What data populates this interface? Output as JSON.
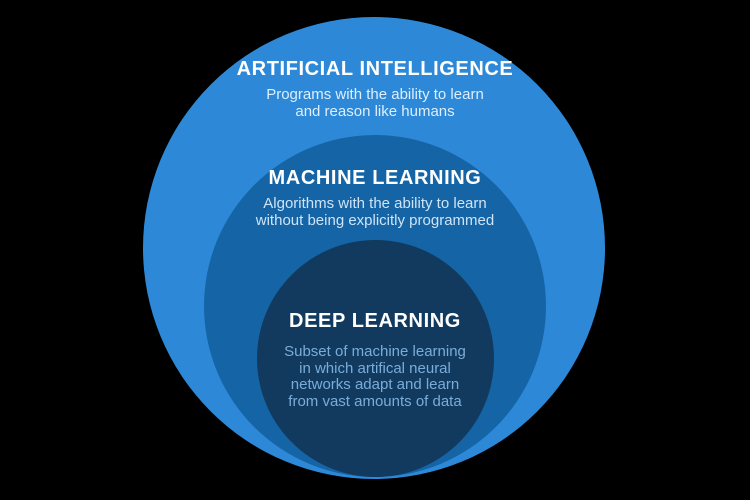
{
  "colors": {
    "background": "#000000",
    "ai-fill": "#2d89d8",
    "ml-fill": "#1464a6",
    "dl-fill": "#123a5e",
    "title-text": "#ffffff",
    "ai-subtext": "#ddeefc",
    "ml-subtext": "#cfe4f6",
    "dl-subtext": "#79add9"
  },
  "diagram": {
    "type": "nested-circles",
    "rings": [
      {
        "name": "artificial-intelligence",
        "title": "ARTIFICIAL INTELLIGENCE",
        "description": "Programs with the ability to learn\nand reason like humans"
      },
      {
        "name": "machine-learning",
        "title": "MACHINE LEARNING",
        "description": "Algorithms with the ability to learn\nwithout being explicitly programmed"
      },
      {
        "name": "deep-learning",
        "title": "DEEP LEARNING",
        "description": "Subset of machine learning\nin which artifical neural\nnetworks adapt and learn\nfrom vast amounts of data"
      }
    ]
  }
}
